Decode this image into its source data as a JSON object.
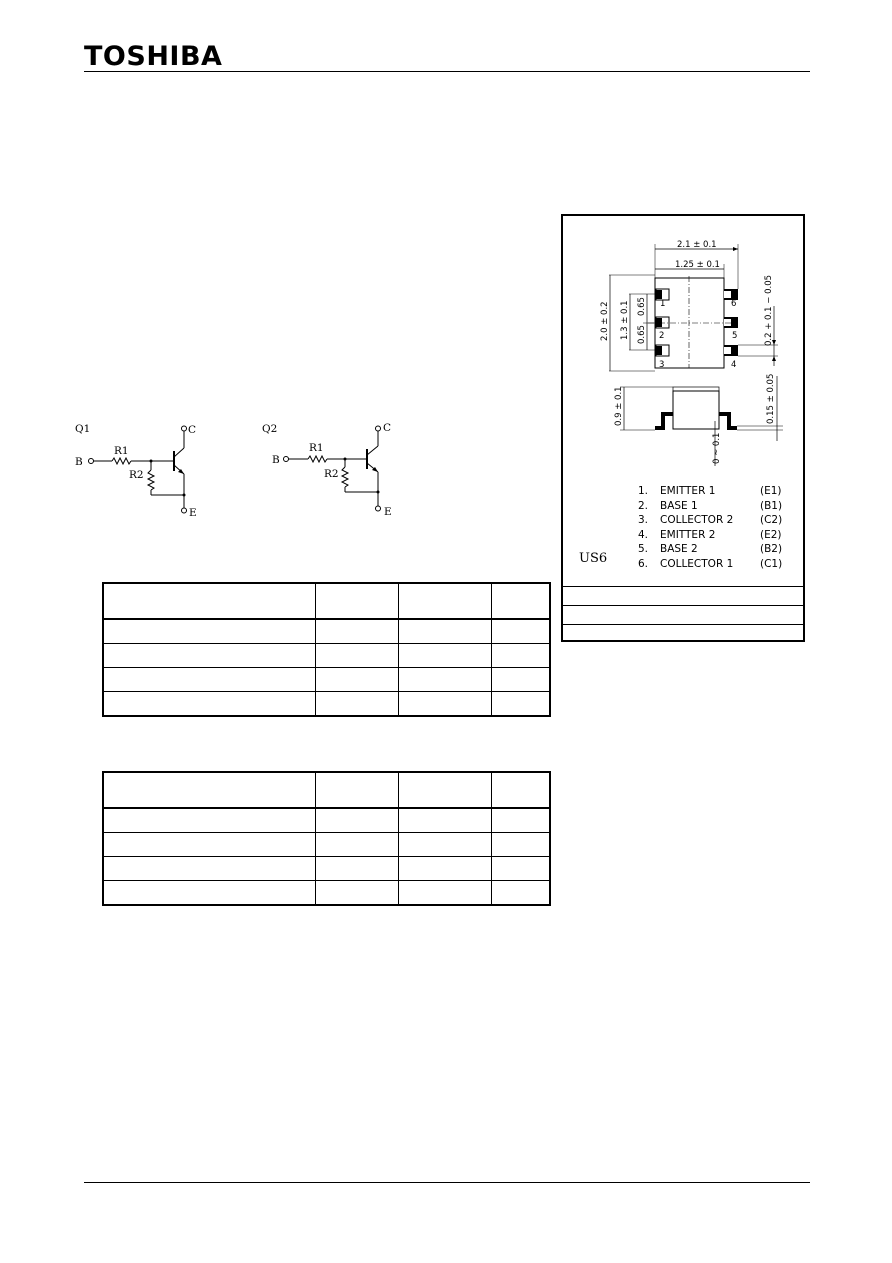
{
  "header": {
    "logo": "TOSHIBA"
  },
  "circuits": [
    {
      "name": "Q1",
      "B": "B",
      "C": "C",
      "E": "E",
      "R1": "R1",
      "R2": "R2"
    },
    {
      "name": "Q2",
      "B": "B",
      "C": "C",
      "E": "E",
      "R1": "R1",
      "R2": "R2"
    }
  ],
  "package": {
    "name": "US6",
    "dims": {
      "width_total": "2.1 ± 0.1",
      "width_body": "1.25 ± 0.1",
      "height_total": "2.0 ± 0.2",
      "pin_span": "1.3 ± 0.1",
      "pitch_a": "0.65",
      "pitch_b": "0.65",
      "lead_width": "0.2 + 0.1 − 0.05",
      "thickness": "0.9 ± 0.1",
      "lead_thickness": "0.15 ± 0.05",
      "standoff": "0 ~ 0.1"
    },
    "pin_numbers": [
      "1",
      "2",
      "3",
      "4",
      "5",
      "6"
    ],
    "pins": [
      {
        "num": "1.",
        "name": "EMITTER 1",
        "code": "(E1)"
      },
      {
        "num": "2.",
        "name": "BASE 1",
        "code": "(B1)"
      },
      {
        "num": "3.",
        "name": "COLLECTOR 2",
        "code": "(C2)"
      },
      {
        "num": "4.",
        "name": "EMITTER 2",
        "code": "(E2)"
      },
      {
        "num": "5.",
        "name": "BASE 2",
        "code": "(B2)"
      },
      {
        "num": "6.",
        "name": "COLLECTOR 1",
        "code": "(C1)"
      }
    ]
  }
}
